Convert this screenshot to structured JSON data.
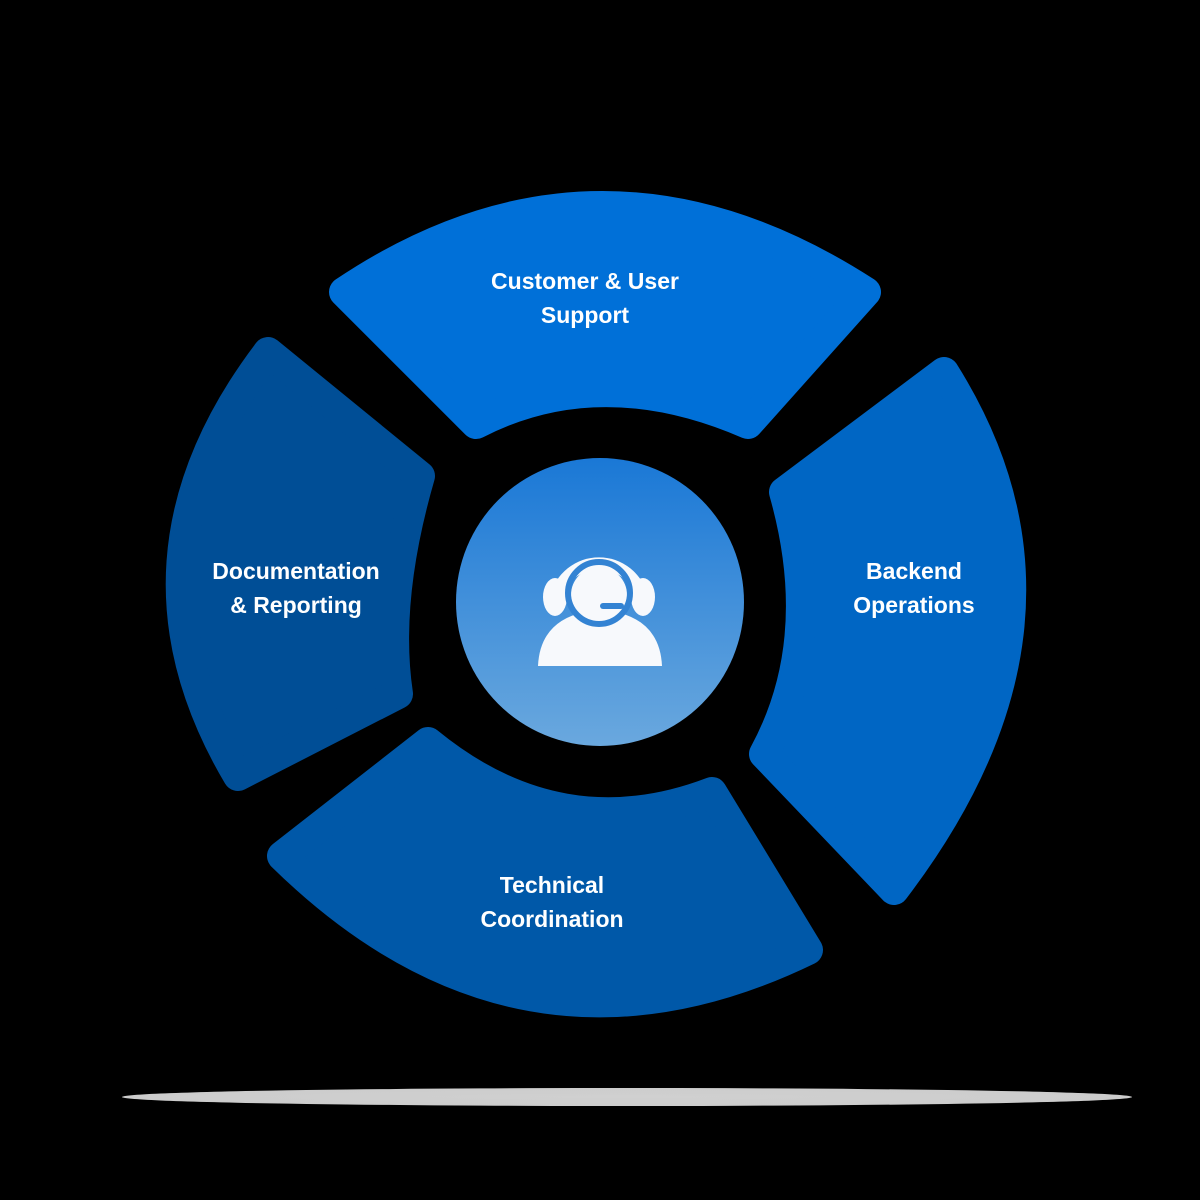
{
  "diagram": {
    "center": {
      "icon": "customer-support-headset-icon",
      "gradient_top": "#1a78d6",
      "gradient_bottom": "#6aa8de"
    },
    "segments": [
      {
        "id": "customer-support",
        "line1": "Customer & User",
        "line2": "Support",
        "color": "#0070d8"
      },
      {
        "id": "backend-operations",
        "line1": "Backend",
        "line2": "Operations",
        "color": "#0066c4"
      },
      {
        "id": "technical-coordination",
        "line1": "Technical",
        "line2": "Coordination",
        "color": "#0058a8"
      },
      {
        "id": "documentation-reporting",
        "line1": "Documentation",
        "line2": "& Reporting",
        "color": "#004e96"
      }
    ],
    "background": "#000000",
    "shadow_color": "#cccccc"
  }
}
